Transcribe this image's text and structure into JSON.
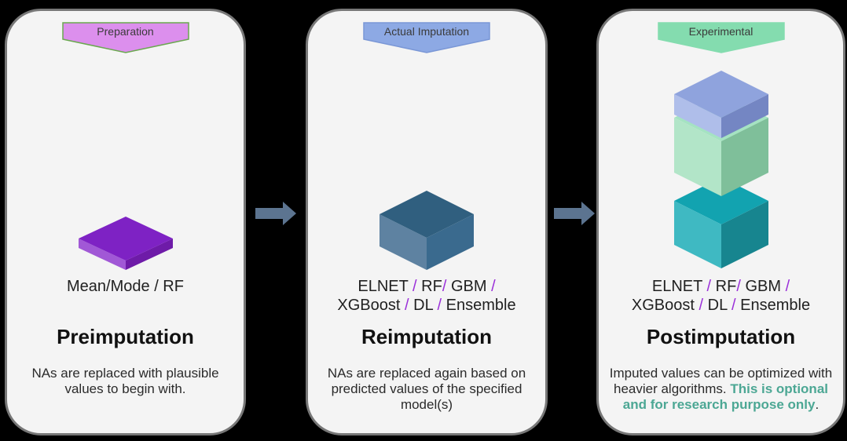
{
  "colors": {
    "background": "#000000",
    "panel_bg": "#f4f4f4",
    "panel_border": "#777777",
    "arrow": "#5C7490",
    "slash": "#9B30D9",
    "accent_text": "#4CA794",
    "heading_text": "#111111",
    "body_text": "#2b2b2b"
  },
  "arrows": [
    {
      "name": "arrow-between-pre-and-re"
    },
    {
      "name": "arrow-between-re-and-post"
    }
  ],
  "panels": [
    {
      "banner": {
        "label": "Preparation",
        "fill": "#DC8FED",
        "stroke": "#6AA84F"
      },
      "icon": {
        "label": "purple-slab",
        "top": "#7E22C4",
        "left": "#A158D6",
        "right": "#6E1BA8"
      },
      "model_label": "Mean/Mode / RF",
      "heading": "Preimputation",
      "description": "NAs are replaced with plausible values to begin with."
    },
    {
      "banner": {
        "label": "Actual Imputation",
        "fill": "#8DA9E4",
        "stroke": "#7A97D6"
      },
      "icon": {
        "label": "steel-blue-cube",
        "top": "#305F7F",
        "left": "#5E82A1",
        "right": "#3A6A8E"
      },
      "models_line1": [
        {
          "text": "ELNET ",
          "slash": false
        },
        {
          "text": "/",
          "slash": true
        },
        {
          "text": " RF",
          "slash": false
        },
        {
          "text": "/",
          "slash": true
        },
        {
          "text": " GBM ",
          "slash": false
        },
        {
          "text": "/",
          "slash": true
        }
      ],
      "models_line2": [
        {
          "text": "XGBoost ",
          "slash": false
        },
        {
          "text": "/",
          "slash": true
        },
        {
          "text": " DL ",
          "slash": false
        },
        {
          "text": "/",
          "slash": true
        },
        {
          "text": " Ensemble",
          "slash": false
        }
      ],
      "heading": "Reimputation",
      "description": "NAs are replaced again based on predicted values of the specified model(s)"
    },
    {
      "banner": {
        "label": "Experimental",
        "fill": "#84DCAF",
        "stroke": "#84DCAF"
      },
      "stack": {
        "blue_slab": {
          "top": "#8FA3DD",
          "left": "#AFBEEA",
          "right": "#7486C3"
        },
        "green_cube": {
          "top": "#A5E3C2",
          "left": "#B2E5C8",
          "right": "#7FBF9A"
        },
        "teal_cube": {
          "top": "#12A3B0",
          "left": "#3FB9C2",
          "right": "#17858F"
        }
      },
      "models_line1": [
        {
          "text": "ELNET ",
          "slash": false
        },
        {
          "text": "/",
          "slash": true
        },
        {
          "text": " RF",
          "slash": false
        },
        {
          "text": "/",
          "slash": true
        },
        {
          "text": " GBM ",
          "slash": false
        },
        {
          "text": "/",
          "slash": true
        }
      ],
      "models_line2": [
        {
          "text": "XGBoost ",
          "slash": false
        },
        {
          "text": "/",
          "slash": true
        },
        {
          "text": " DL ",
          "slash": false
        },
        {
          "text": "/",
          "slash": true
        },
        {
          "text": " Ensemble",
          "slash": false
        }
      ],
      "heading": "Postimputation",
      "description_parts": [
        {
          "text": "Imputed values can be optimized with heavier algorithms. ",
          "accent": false
        },
        {
          "text": "This is optional and for research purpose only",
          "accent": true
        },
        {
          "text": ".",
          "accent": false
        }
      ]
    }
  ]
}
